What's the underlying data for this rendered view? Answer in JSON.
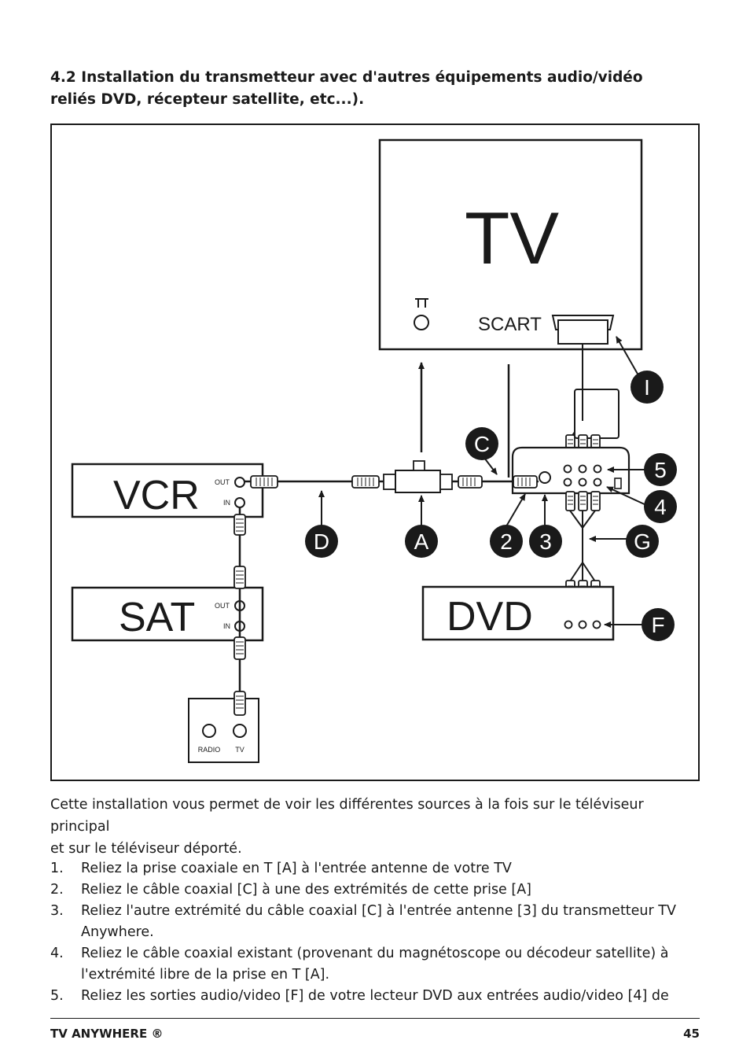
{
  "heading": {
    "line1": " 4.2 Installation du transmetteur avec d'autres équipements audio/vidéo",
    "line2": "reliés DVD, récepteur satellite, etc...)."
  },
  "diagram": {
    "tv_label": "TV",
    "scart_label": "SCART",
    "vcr_label": "VCR",
    "sat_label": "SAT",
    "dvd_label": "DVD",
    "out_label": "OUT",
    "in_label": "IN",
    "radio_label": "RADIO",
    "wall_tv_label": "TV",
    "callouts": {
      "a": "A",
      "c": "C",
      "d": "D",
      "f": "F",
      "g": "G",
      "i": "I",
      "n2": "2",
      "n3": "3",
      "n4": "4",
      "n5": "5"
    }
  },
  "intro": {
    "line1": "Cette installation vous permet de voir les différentes sources à la fois sur le téléviseur principal",
    "line2": "et sur le téléviseur déporté."
  },
  "steps": [
    {
      "num": "1.",
      "lines": [
        "Reliez la prise coaxiale en T [A]  à l'entrée antenne de votre TV"
      ]
    },
    {
      "num": "2.",
      "lines": [
        "Reliez le câble coaxial [C] à une des extrémités de cette prise [A]"
      ]
    },
    {
      "num": "3.",
      "lines": [
        "Reliez l'autre extrémité du câble coaxial [C] à l'entrée antenne [3] du transmetteur TV",
        "Anywhere."
      ]
    },
    {
      "num": "4.",
      "lines": [
        "Reliez le câble coaxial existant (provenant du magnétoscope ou décodeur satellite) à",
        "l'extrémité libre de la prise en T [A]."
      ]
    },
    {
      "num": "5.",
      "lines": [
        "Reliez les sorties audio/video  [F] de votre lecteur DVD aux entrées audio/video [4] de"
      ]
    }
  ],
  "footer": {
    "brand": "TV ANYWHERE ®",
    "page": "45"
  }
}
